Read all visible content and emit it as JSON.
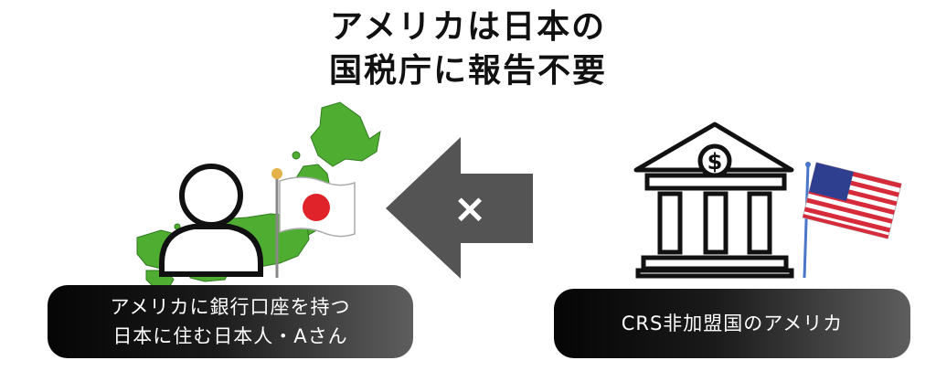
{
  "title": {
    "line1": "アメリカは日本の",
    "line2": "国税庁に報告不要"
  },
  "center_mark": "×",
  "left_label": {
    "line1": "アメリカに銀行口座を持つ",
    "line2": "日本に住む日本人・Aさん"
  },
  "right_label": {
    "line1": "CRS非加盟国のアメリカ"
  },
  "bank_symbol": "$",
  "colors": {
    "map_green": "#4fae32",
    "arrow_gray": "#545454",
    "japan_red": "#e0232b",
    "us_red": "#d62b3a",
    "us_blue": "#2e3f8f",
    "pole_blue": "#4b76c8",
    "pole_gold": "#e3b24a"
  },
  "icons": [
    "japan-map-icon",
    "person-icon",
    "japan-flag-icon",
    "left-arrow-icon",
    "bank-icon",
    "us-flag-icon"
  ]
}
